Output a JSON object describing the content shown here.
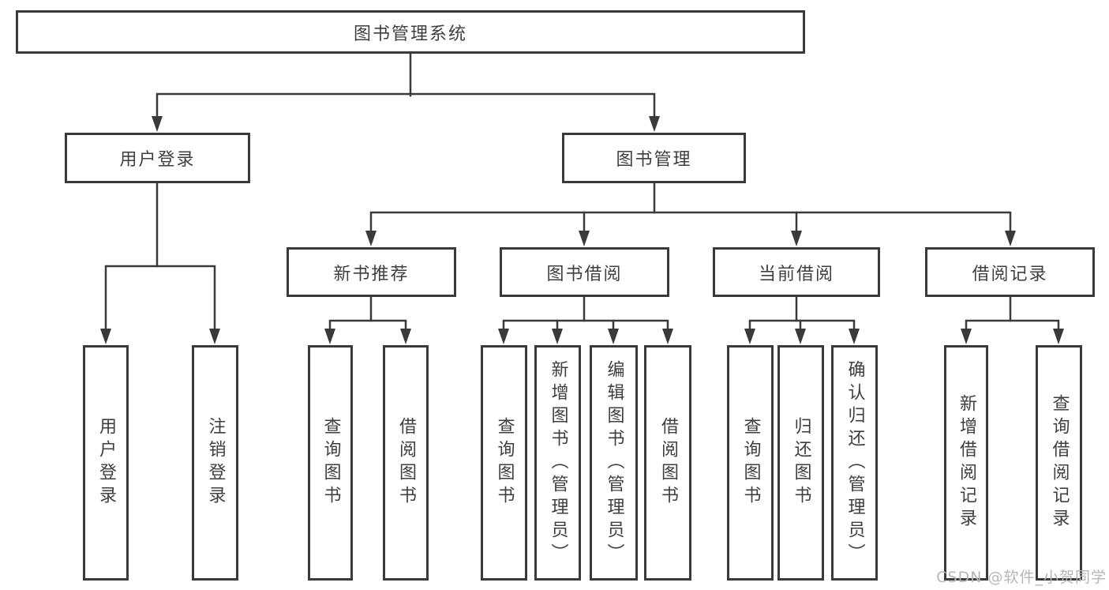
{
  "title": "图书管理系统",
  "watermark": {
    "text": "CSDN @软件_小贺同学"
  },
  "colors": {
    "line": "#3a3a3a",
    "box_border": "#3a3a3a",
    "text": "#3f3f3f",
    "watermark_text": "#b6b6b6",
    "background": "#ffffff"
  },
  "nodes": {
    "root": {
      "label": "图书管理系统"
    },
    "level2": [
      {
        "label": "用户登录"
      },
      {
        "label": "图书管理"
      }
    ],
    "level3": [
      {
        "label": "新书推荐"
      },
      {
        "label": "图书借阅"
      },
      {
        "label": "当前借阅"
      },
      {
        "label": "借阅记录"
      }
    ],
    "leaves": [
      {
        "label": "用户登录"
      },
      {
        "label": "注销登录"
      },
      {
        "label": "查询图书"
      },
      {
        "label": "借阅图书"
      },
      {
        "label": "查询图书"
      },
      {
        "label": "新增图书（管理员）"
      },
      {
        "label": "编辑图书（管理员）"
      },
      {
        "label": "借阅图书"
      },
      {
        "label": "查询图书"
      },
      {
        "label": "归还图书"
      },
      {
        "label": "确认归还（管理员）"
      },
      {
        "label": "新增借阅记录"
      },
      {
        "label": "查询借阅记录"
      }
    ]
  }
}
